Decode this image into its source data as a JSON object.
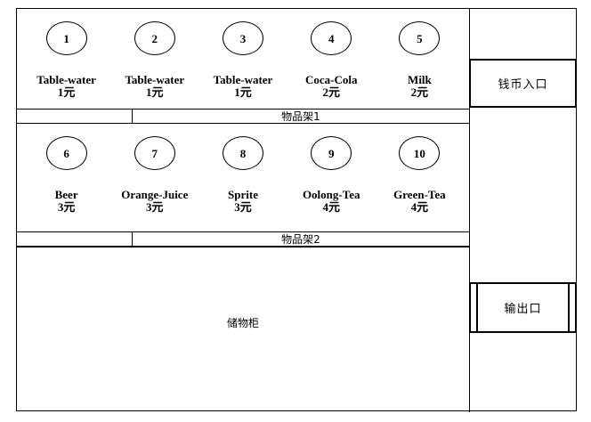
{
  "machine": {
    "shelves": [
      {
        "label": "物品架1",
        "slots": [
          {
            "number": "1",
            "name": "Table-water",
            "price": "1元"
          },
          {
            "number": "2",
            "name": "Table-water",
            "price": "1元"
          },
          {
            "number": "3",
            "name": "Table-water",
            "price": "1元"
          },
          {
            "number": "4",
            "name": "Coca-Cola",
            "price": "2元"
          },
          {
            "number": "5",
            "name": "Milk",
            "price": "2元"
          }
        ]
      },
      {
        "label": "物品架2",
        "slots": [
          {
            "number": "6",
            "name": "Beer",
            "price": "3元"
          },
          {
            "number": "7",
            "name": "Orange-Juice",
            "price": "3元"
          },
          {
            "number": "8",
            "name": "Sprite",
            "price": "3元"
          },
          {
            "number": "9",
            "name": "Oolong-Tea",
            "price": "4元"
          },
          {
            "number": "10",
            "name": "Green-Tea",
            "price": "4元"
          }
        ]
      }
    ],
    "cabinet": {
      "label": "储物柜"
    },
    "coin_entry": {
      "label": "钱币入口"
    },
    "output_slot": {
      "label": "输出口"
    }
  },
  "colors": {
    "line": "#000000",
    "background": "#ffffff"
  }
}
